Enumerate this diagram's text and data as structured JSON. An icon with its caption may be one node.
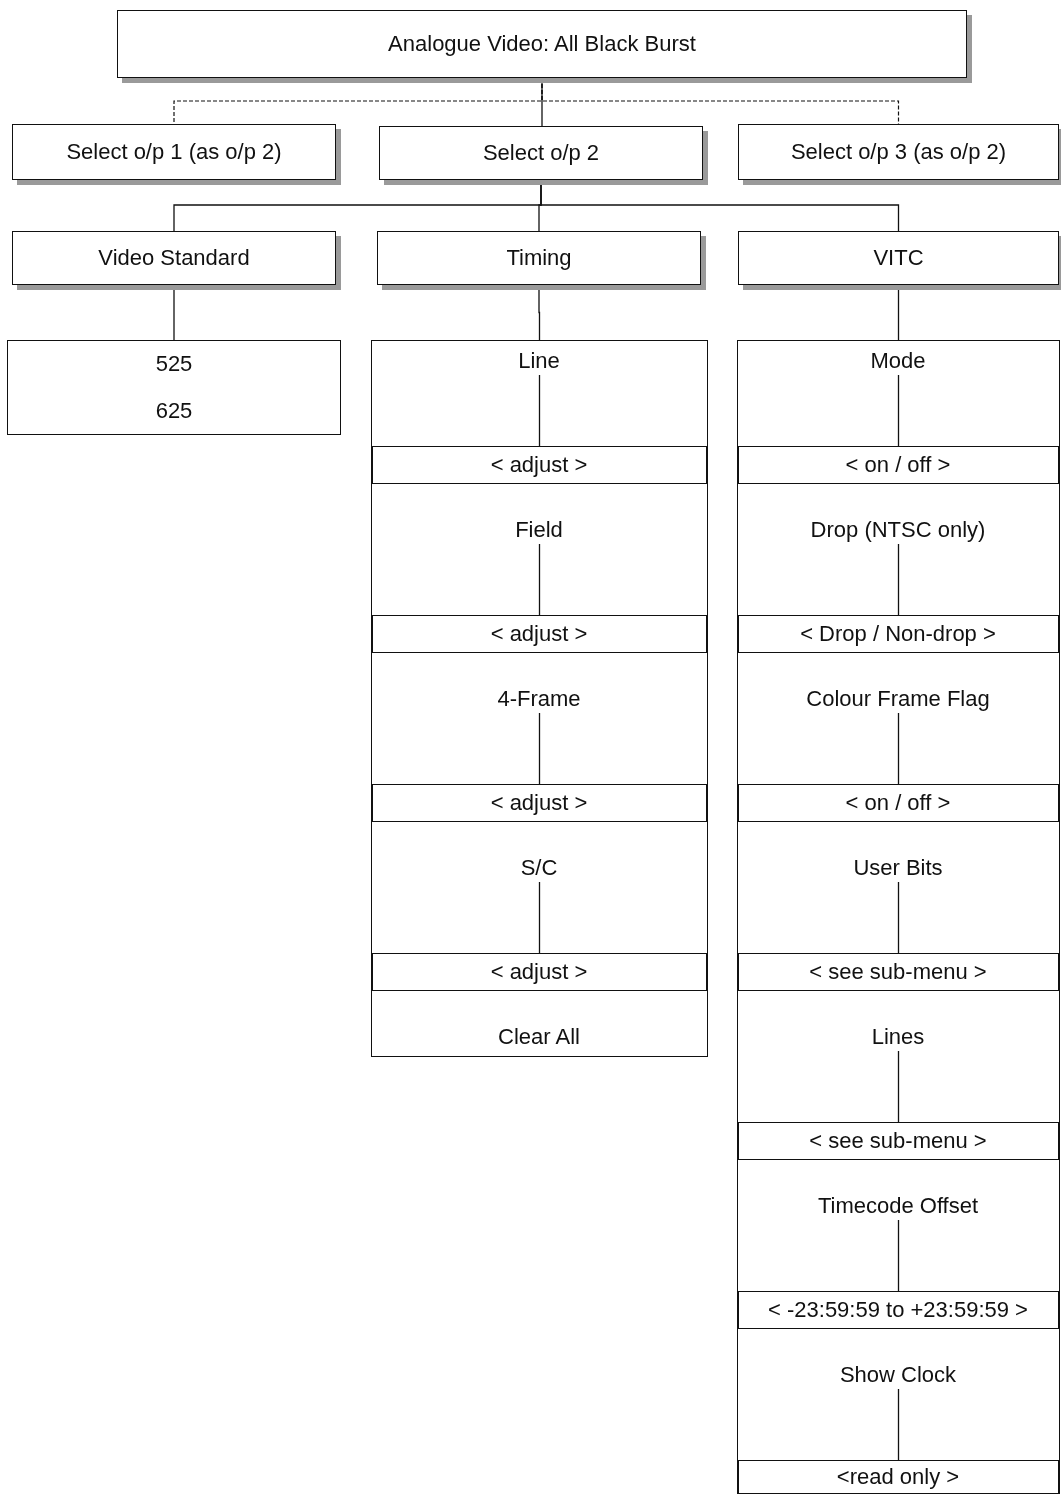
{
  "diagram": {
    "nodes": [
      {
        "text": [
          "Analogue Video: All Black Burst"
        ]
      },
      {
        "text": [
          "Select o/p 1 (as o/p 2)"
        ]
      },
      {
        "text": [
          "Select o/p 2"
        ]
      },
      {
        "text": [
          "Select o/p 3 (as o/p 2)"
        ]
      },
      {
        "text": [
          "Video Standard"
        ]
      },
      {
        "text": [
          "Timing"
        ]
      },
      {
        "text": [
          "VITC"
        ]
      },
      {
        "text": [
          "525",
          "625"
        ]
      },
      {
        "text": [],
        "shape": "box"
      },
      {
        "text": [
          "Line"
        ],
        "in": 8
      },
      {
        "text": [
          "< adjust >"
        ],
        "in": 8
      },
      {
        "text": [
          "Field"
        ],
        "in": 8
      },
      {
        "text": [
          "< adjust >"
        ],
        "in": 8
      },
      {
        "text": [
          "4-Frame"
        ],
        "in": 8
      },
      {
        "text": [
          "< adjust >"
        ],
        "in": 8
      },
      {
        "text": [
          "S/C"
        ],
        "in": 8
      },
      {
        "text": [
          "< adjust >"
        ],
        "in": 8
      },
      {
        "text": [
          "Clear All"
        ],
        "in": 8
      },
      {
        "text": [],
        "shape": "box"
      },
      {
        "text": [
          "Mode"
        ],
        "in": 18
      },
      {
        "text": [
          "< on / off >"
        ],
        "in": 18
      },
      {
        "text": [
          "Drop (NTSC only)"
        ],
        "in": 18
      },
      {
        "text": [
          "< Drop / Non-drop >"
        ],
        "in": 18
      },
      {
        "text": [
          "Colour Frame Flag"
        ],
        "in": 18
      },
      {
        "text": [
          "< on / off >"
        ],
        "in": 18
      },
      {
        "text": [
          "User Bits"
        ],
        "in": 18
      },
      {
        "text": [
          "< see sub-menu >"
        ],
        "in": 18
      },
      {
        "text": [
          "Lines"
        ],
        "in": 18
      },
      {
        "text": [
          "< see sub-menu >"
        ],
        "in": 18
      },
      {
        "text": [
          "Timecode Offset"
        ],
        "in": 18
      },
      {
        "text": [
          "< -23:59:59 to +23:59:59 >"
        ],
        "in": 18
      },
      {
        "text": [
          "Show Clock"
        ],
        "in": 18
      },
      {
        "text": [
          "<read only >"
        ],
        "in": 18
      }
    ],
    "edges": [
      {
        "from": 0,
        "to": 1,
        "arrow": "none",
        "style": "dashed"
      },
      {
        "from": 0,
        "to": 2,
        "arrow": "none"
      },
      {
        "from": 0,
        "to": 3,
        "arrow": "none",
        "style": "dashed"
      },
      {
        "from": 2,
        "to": 4,
        "arrow": "none"
      },
      {
        "from": 2,
        "to": 5,
        "arrow": "none"
      },
      {
        "from": 2,
        "to": 6,
        "arrow": "none"
      },
      {
        "from": 4,
        "to": 7,
        "arrow": "none"
      },
      {
        "from": 5,
        "to": 8,
        "arrow": "none"
      },
      {
        "from": 6,
        "to": 18,
        "arrow": "none"
      },
      {
        "from": 9,
        "to": 10,
        "arrow": "none"
      },
      {
        "from": 11,
        "to": 12,
        "arrow": "none"
      },
      {
        "from": 13,
        "to": 14,
        "arrow": "none"
      },
      {
        "from": 15,
        "to": 16,
        "arrow": "none"
      },
      {
        "from": 19,
        "to": 20,
        "arrow": "none"
      },
      {
        "from": 21,
        "to": 22,
        "arrow": "none"
      },
      {
        "from": 23,
        "to": 24,
        "arrow": "none"
      },
      {
        "from": 25,
        "to": 26,
        "arrow": "none"
      },
      {
        "from": 27,
        "to": 28,
        "arrow": "none"
      },
      {
        "from": 29,
        "to": 30,
        "arrow": "none"
      },
      {
        "from": 31,
        "to": 32,
        "arrow": "none"
      }
    ]
  }
}
